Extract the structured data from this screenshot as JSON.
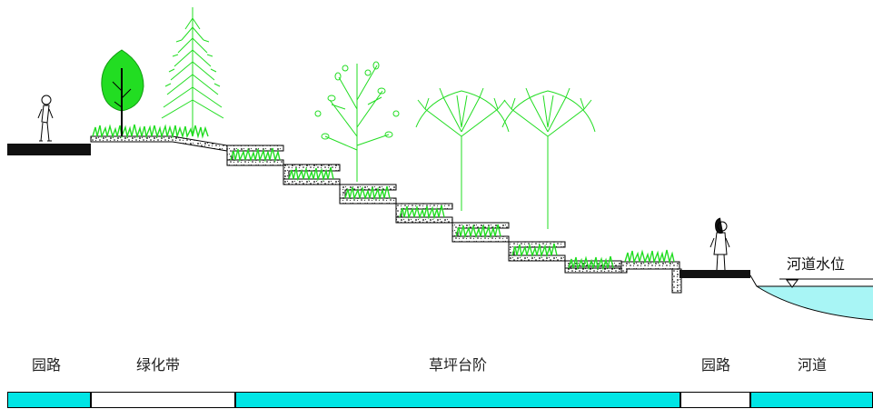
{
  "water_level_label": "河道水位",
  "zones": [
    {
      "label": "园路",
      "color": "#00e5e5"
    },
    {
      "label": "绿化带",
      "color": "#ffffff"
    },
    {
      "label": "草坪台阶",
      "color": "#00e5e5"
    },
    {
      "label": "园路",
      "color": "#ffffff"
    },
    {
      "label": "河道",
      "color": "#00e5e5"
    }
  ],
  "colors": {
    "grass": "#22dd22",
    "tree": "#22dd22",
    "water": "#a8f5f5",
    "hatch": "#000000",
    "outline": "#000000"
  }
}
